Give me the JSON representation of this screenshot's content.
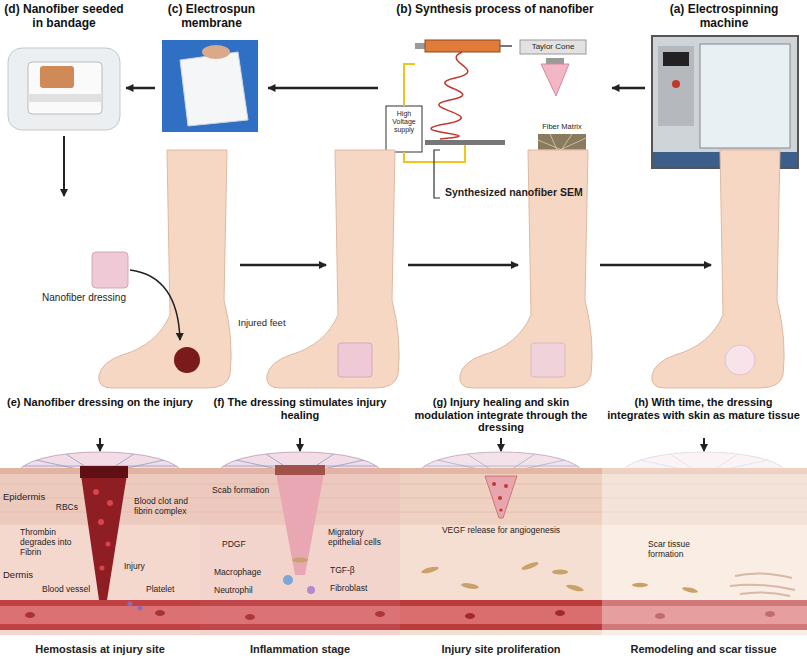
{
  "diagram": {
    "nodes": [
      {
        "text": [
          "(d) Nanofiber seeded in bandage"
        ]
      },
      {
        "text": [
          "(c) Electrospun membrane"
        ]
      },
      {
        "text": [
          "(b) Synthesis process of nanofiber"
        ]
      },
      {
        "text": [
          "(a) Electrospinning machine"
        ]
      },
      {
        "text": [
          "(e) Nanofiber dressing on the injury",
          "Hemostasis at injury site"
        ]
      },
      {
        "text": [
          "(f) The dressing stimulates injury healing",
          "Inflammation stage"
        ]
      },
      {
        "text": [
          "(g) Injury healing and skin modulation integrate through the dressing",
          "Injury site proliferation"
        ]
      },
      {
        "text": [
          "(h) With time, the dressing integrates with skin as mature tissue",
          "Remodeling and scar tissue"
        ]
      }
    ],
    "edges": [
      {
        "from": 3,
        "to": 2,
        "arrow": "to"
      },
      {
        "from": 2,
        "to": 1,
        "arrow": "to"
      },
      {
        "from": 1,
        "to": 0,
        "arrow": "to"
      }
    ],
    "labels": [
      "Taylor Cone",
      "High Voltage supply",
      "Fiber Matrix",
      "Synthesized nanofiber SEM",
      "Nanofiber dressing",
      "Injured feet",
      "Epidermis",
      "Dermis",
      "RBCs",
      "Blood clot and fibrin complex",
      "Thrombin degrades into Fibrin",
      "Injury",
      "Blood vessel",
      "Platelet",
      "Scab formation",
      "PDGF",
      "Migratory epithelial cells",
      "Macrophage",
      "TGF-β",
      "Neutrophil",
      "Fibroblast",
      "VEGF release for angiogenesis",
      "Scar tissue formation"
    ]
  }
}
